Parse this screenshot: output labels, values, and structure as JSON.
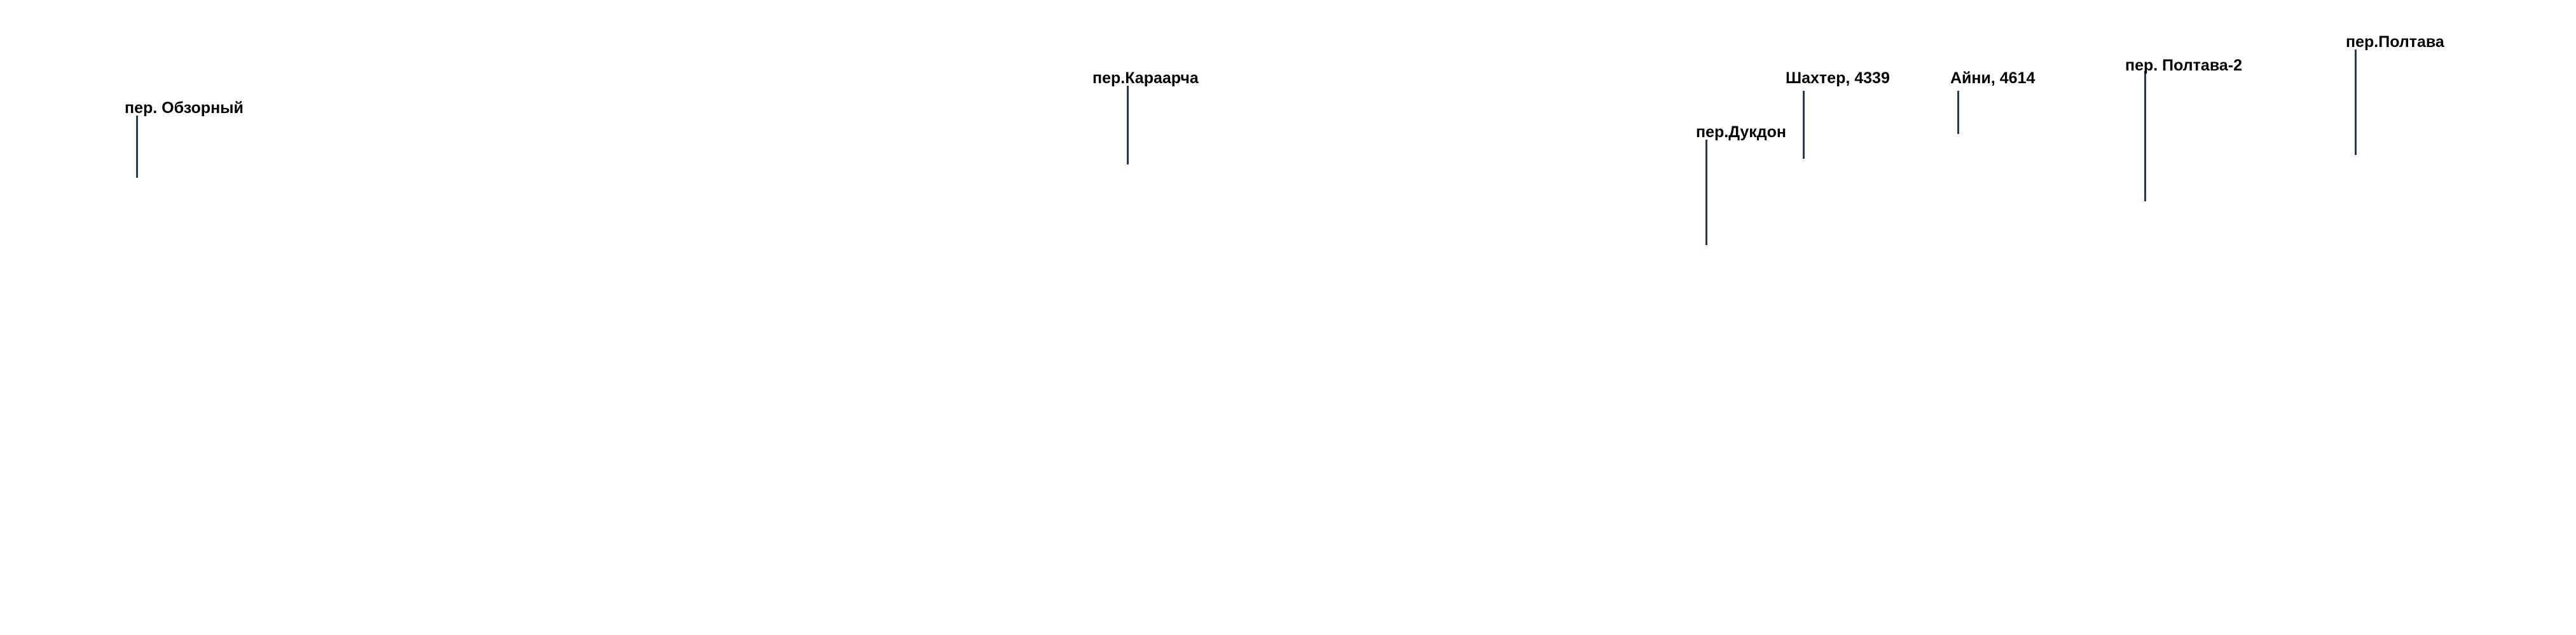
{
  "map": {
    "line_color": "#1f3a5f",
    "background": "#ffffff",
    "labels": [
      {
        "id": "obzorny",
        "text": "пер. Обзорный"
      },
      {
        "id": "karaarcha",
        "text": "пер.Караарча"
      },
      {
        "id": "dukdon",
        "text": "пер.Дукдон"
      },
      {
        "id": "shakhter",
        "text": "Шахтер, 4339"
      },
      {
        "id": "ayni",
        "text": "Айни, 4614"
      },
      {
        "id": "poltava2",
        "text": "пер. Полтава-2"
      },
      {
        "id": "poltava",
        "text": "пер.Полтава"
      }
    ]
  }
}
